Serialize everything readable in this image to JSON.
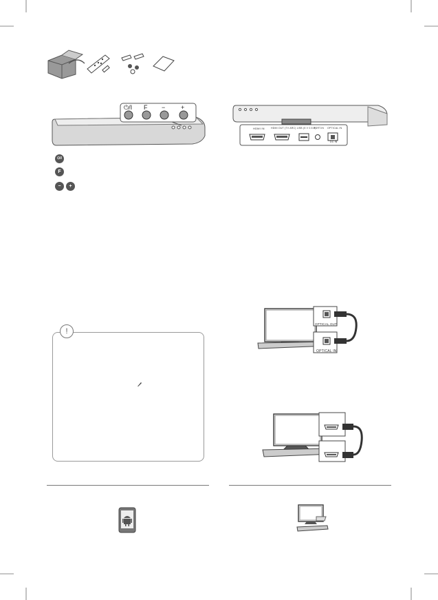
{
  "button_panel": {
    "labels": [
      "⏻/I",
      "F",
      "−",
      "+"
    ]
  },
  "legend": {
    "power_icon_text": "⏻/I",
    "function_icon_text": "F",
    "minus_icon_text": "−",
    "plus_icon_text": "+"
  },
  "rear_panel": {
    "labels": [
      "HDMI IN",
      "HDMI OUT (TV ARC)",
      "USB (5 V 0.5 A)",
      "PORT.IN",
      "OPTICAL IN",
      "DC IN"
    ]
  },
  "connection_optical": {
    "top_label": "OPTICAL OUT",
    "bottom_label": "OPTICAL IN"
  },
  "note": {
    "icon_text": "!"
  }
}
